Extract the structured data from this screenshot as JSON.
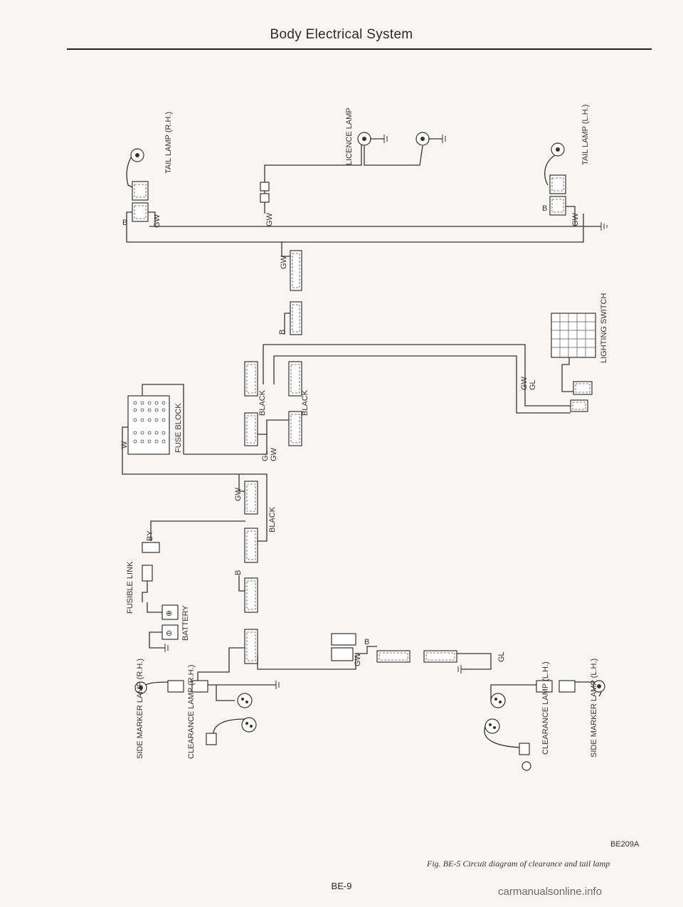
{
  "header": {
    "title": "Body Electrical System"
  },
  "components": {
    "tail_lamp_rh": "TAIL LAMP (R.H.)",
    "licence_lamp": "LICENCE LAMP",
    "tail_lamp_lh": "TAIL LAMP (L.H.)",
    "lighting_switch": "LIGHTING SWITCH",
    "fuse_block": "FUSE BLOCK",
    "fusible_link": "FUSIBLE LINK",
    "battery": "BATTERY",
    "side_marker_rh": "SIDE MARKER LAMP (R.H.)",
    "clearance_rh": "CLEARANCE LAMP (R.H.)",
    "clearance_lh": "CLEARANCE LAMP (L.H.)",
    "side_marker_lh": "SIDE MARKER LAMP (L.H.)"
  },
  "wire_labels": {
    "b": "B",
    "gw": "GW",
    "gl": "GL",
    "w": "W",
    "by": "BY",
    "black": "BLACK"
  },
  "figure": {
    "id": "BE209A",
    "caption": "Fig. BE-5 Circuit diagram of clearance and tail lamp"
  },
  "footer": {
    "page_number": "BE-9",
    "watermark": "carmanualsonline.info"
  }
}
